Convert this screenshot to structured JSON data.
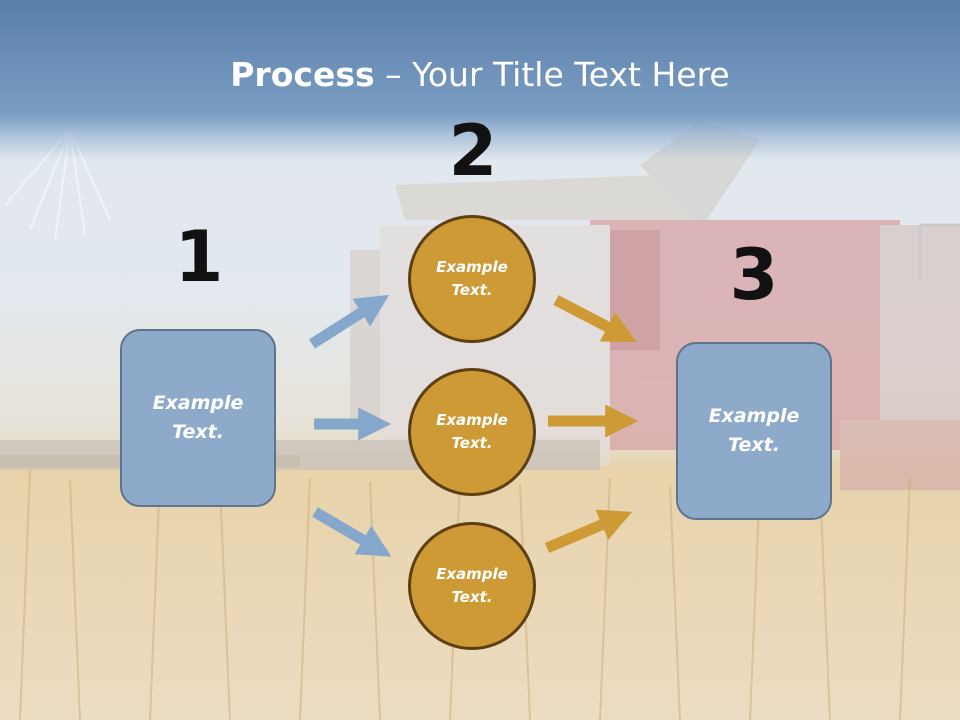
{
  "title": {
    "bold": "Process",
    "rest": " – Your Title Text Here"
  },
  "steps": {
    "one": "1",
    "two": "2",
    "three": "3"
  },
  "boxes": {
    "left": "Example Text.",
    "right": "Example Text."
  },
  "circles": {
    "top": "Example Text.",
    "middle": "Example Text.",
    "bottom": "Example Text."
  },
  "colors": {
    "title_band": "#6b8fb6",
    "box_fill": "#8eaacb",
    "box_border": "#5e748c",
    "circle_fill": "#cd9a35",
    "circle_border": "#5e3f14",
    "arrow_blue": "#86a7cc",
    "arrow_gold": "#cd9a35"
  }
}
